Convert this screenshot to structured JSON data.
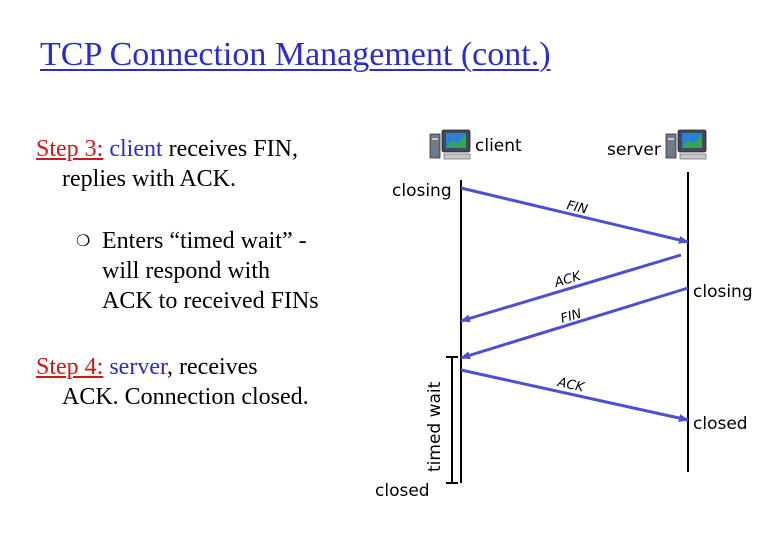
{
  "title": "TCP Connection Management (cont.)",
  "step3": {
    "label": "Step 3:",
    "actor": "client",
    "text_a": " receives FIN,",
    "text_b": "replies with ACK."
  },
  "sub_bullet": {
    "bullet_glyph": "❍",
    "line1": "Enters “timed wait” -",
    "line2": "will respond with",
    "line3": "ACK to received FINs"
  },
  "step4": {
    "label": "Step 4:",
    "actor": "server",
    "text_a": ", receives",
    "text_b": "ACK.  Connection closed."
  },
  "diagram": {
    "client_label": "client",
    "server_label": "server",
    "client_closing": "closing",
    "server_closing": "closing",
    "client_closed": "closed",
    "server_closed": "closed",
    "timed_wait": "timed wait",
    "messages": [
      "FIN",
      "ACK",
      "FIN",
      "ACK"
    ],
    "arrow_color": "#4f4fd6",
    "icon": "computer-icon"
  }
}
